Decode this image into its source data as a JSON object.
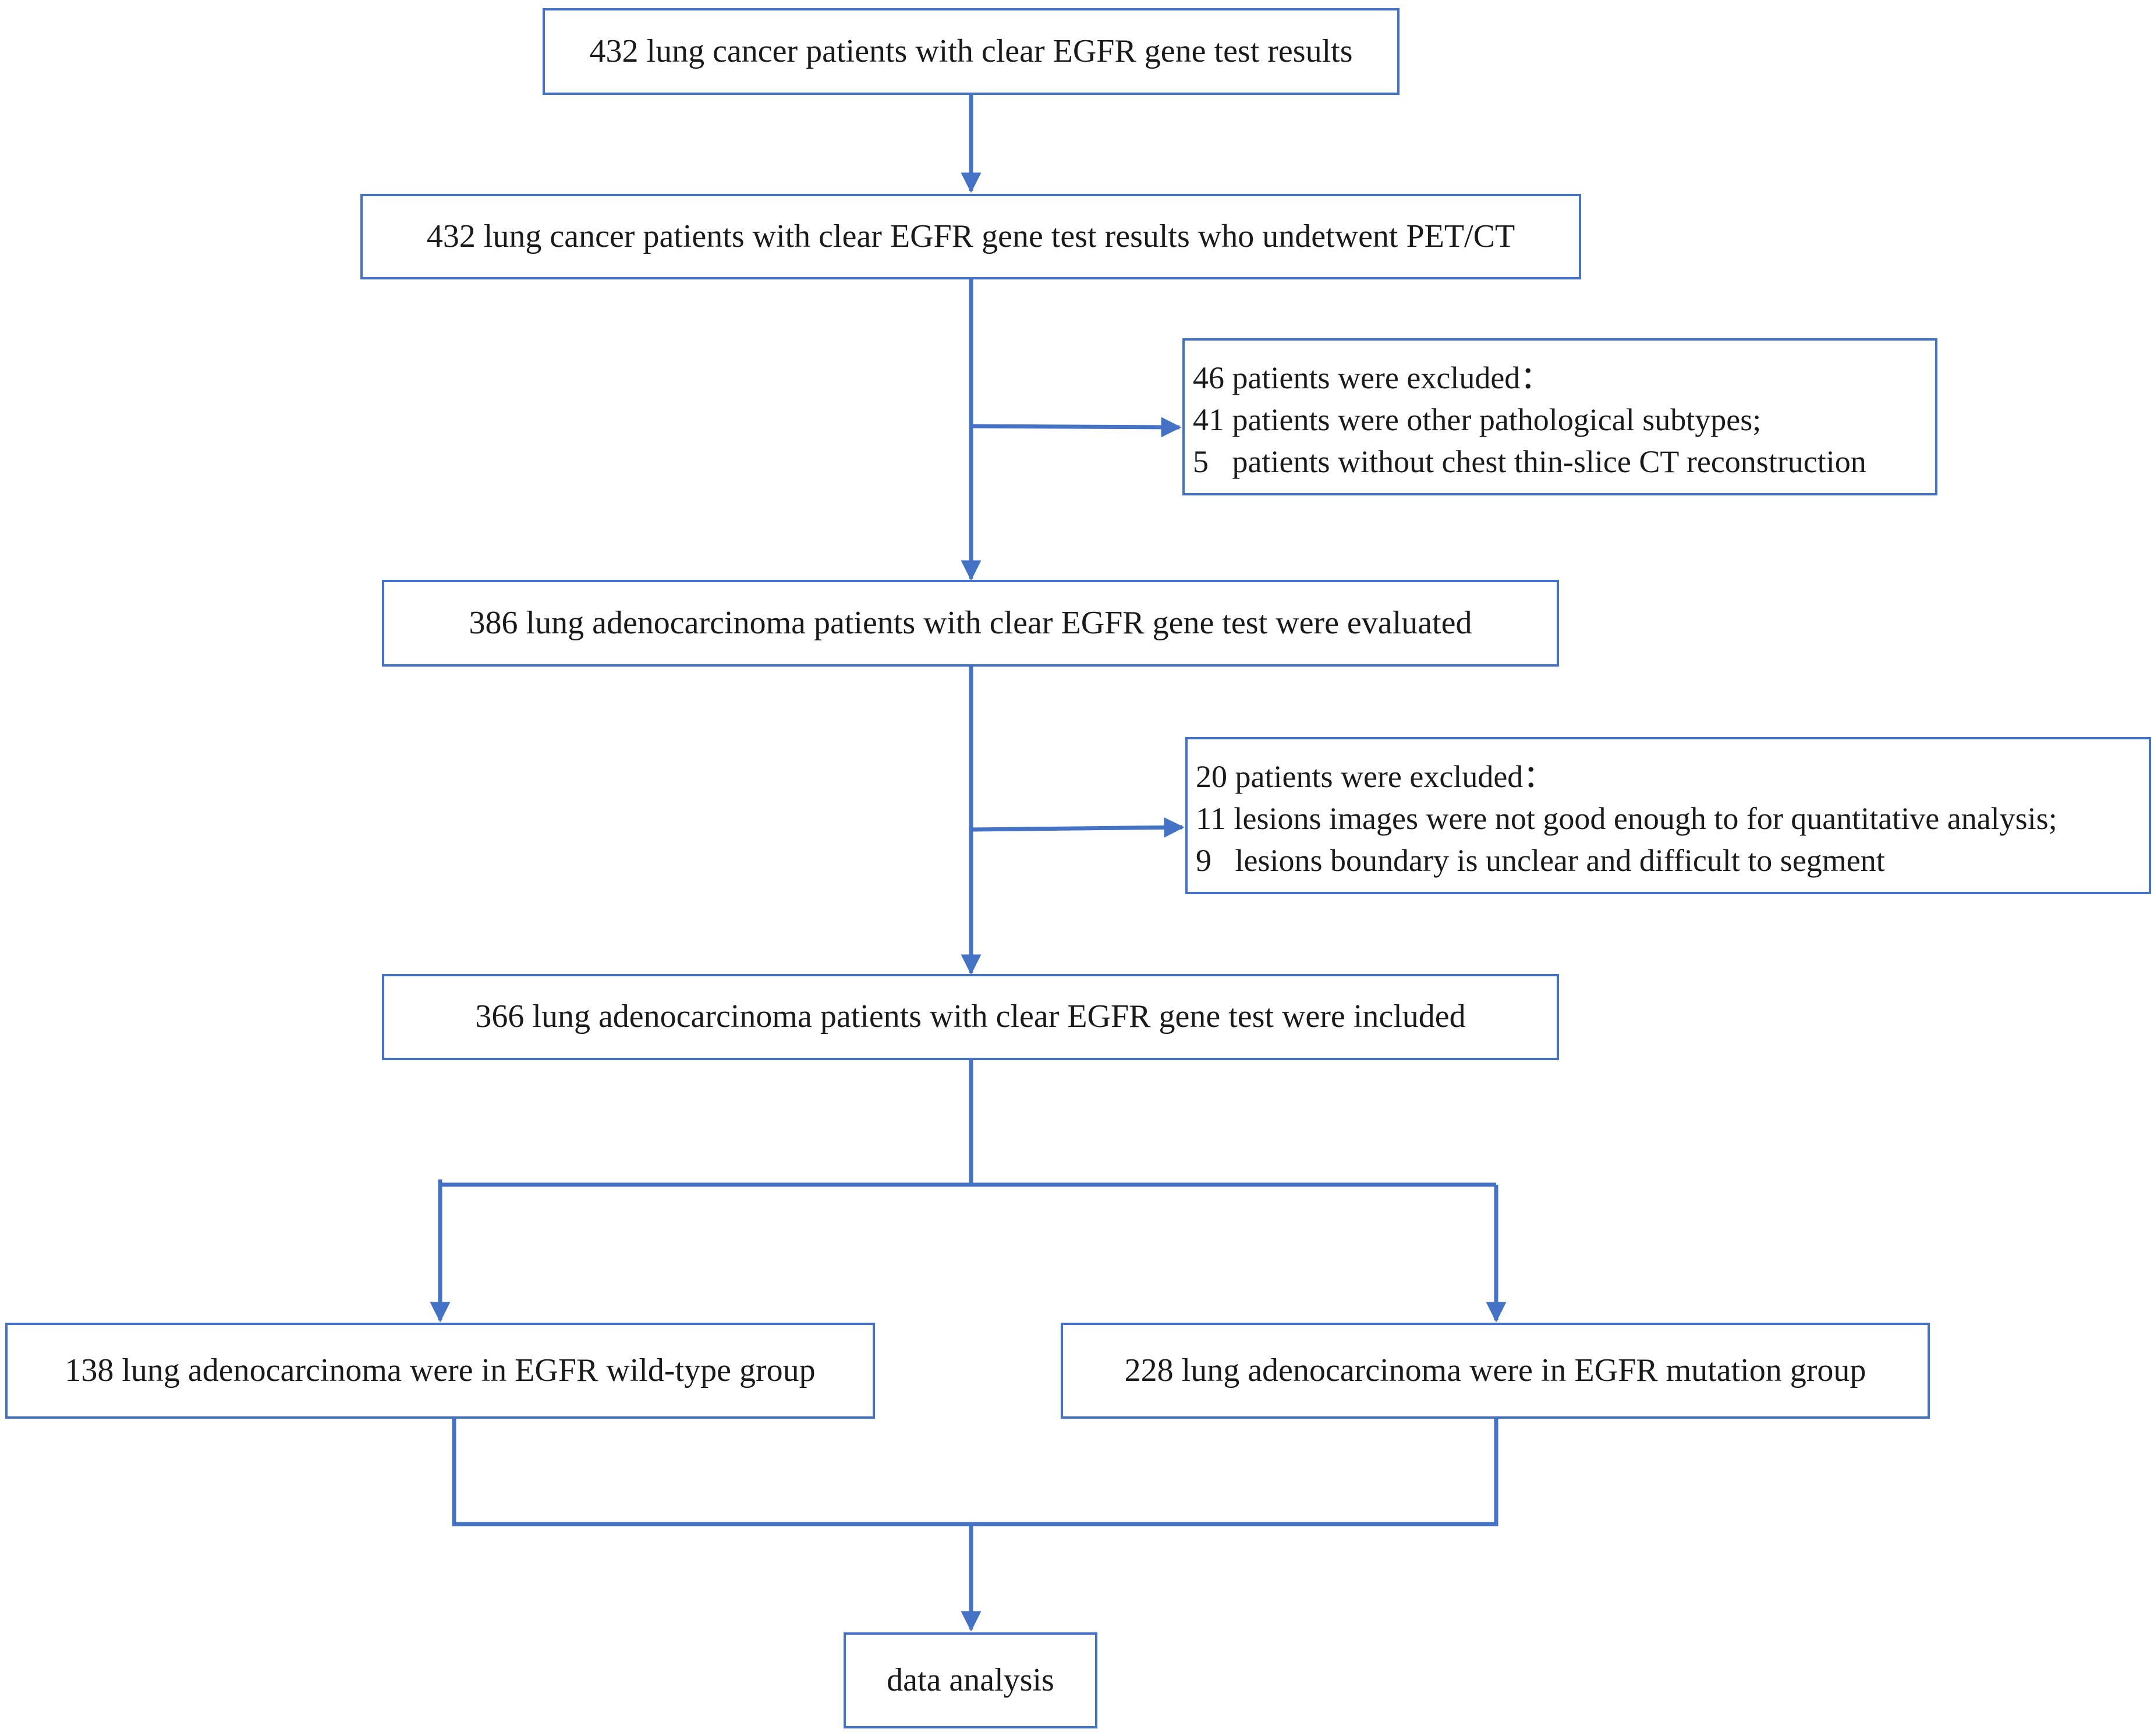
{
  "flow": {
    "step1": "432 lung cancer patients with clear EGFR gene test results",
    "step2": "432  lung cancer patients with clear EGFR gene test results who undetwent PET/CT",
    "exclusion1": {
      "lines": [
        "46 patients were excluded：",
        "41 patients were other pathological subtypes;",
        "5   patients without chest thin-slice CT reconstruction"
      ]
    },
    "step3": "386 lung adenocarcinoma patients with clear EGFR gene test were evaluated",
    "exclusion2": {
      "lines": [
        "20 patients were excluded：",
        "11 lesions images were not good enough to for quantitative analysis;",
        "9   lesions boundary is unclear and difficult to segment"
      ]
    },
    "step4": "366 lung adenocarcinoma patients with clear EGFR gene test were included",
    "group_wild": "138 lung adenocarcinoma  were in EGFR wild-type group",
    "group_mutation": "228 lung adenocarcinoma were in EGFR mutation group",
    "final": "data analysis"
  },
  "colors": {
    "line": "#4472c4",
    "text": "#1a1a1a",
    "background": "#ffffff"
  }
}
